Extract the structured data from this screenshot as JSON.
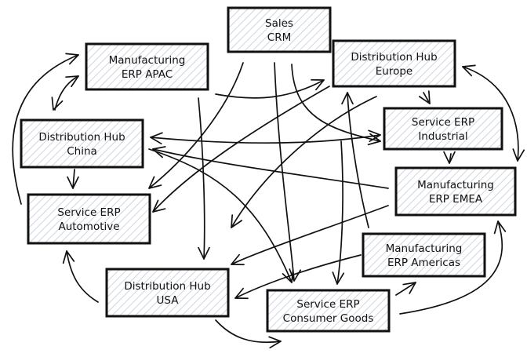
{
  "diagram": {
    "style": "hand-drawn",
    "colors": {
      "stroke": "#111111",
      "hatch": "#c4ccd8",
      "background": "#ffffff"
    },
    "nodes": [
      {
        "id": "sales_crm",
        "lines": [
          "Sales",
          "CRM"
        ]
      },
      {
        "id": "mfg_apac",
        "lines": [
          "Manufacturing",
          "ERP APAC"
        ]
      },
      {
        "id": "dist_europe",
        "lines": [
          "Distribution Hub",
          "Europe"
        ]
      },
      {
        "id": "svc_industrial",
        "lines": [
          "Service ERP",
          "Industrial"
        ]
      },
      {
        "id": "dist_china",
        "lines": [
          "Distribution Hub",
          "China"
        ]
      },
      {
        "id": "mfg_emea",
        "lines": [
          "Manufacturing",
          "ERP EMEA"
        ]
      },
      {
        "id": "svc_automotive",
        "lines": [
          "Service ERP",
          "Automotive"
        ]
      },
      {
        "id": "mfg_americas",
        "lines": [
          "Manufacturing",
          "ERP Americas"
        ]
      },
      {
        "id": "dist_usa",
        "lines": [
          "Distribution Hub",
          "USA"
        ]
      },
      {
        "id": "svc_consumer",
        "lines": [
          "Service ERP",
          "Consumer Goods"
        ]
      }
    ],
    "edges": [
      {
        "from": "sales_crm",
        "to": "svc_automotive"
      },
      {
        "from": "sales_crm",
        "to": "svc_consumer"
      },
      {
        "from": "sales_crm",
        "to": "svc_industrial"
      },
      {
        "from": "mfg_apac",
        "to": "dist_europe"
      },
      {
        "from": "mfg_apac",
        "to": "dist_usa"
      },
      {
        "from": "mfg_apac",
        "to": "dist_china",
        "bidirectional": true
      },
      {
        "from": "svc_automotive",
        "to": "mfg_apac"
      },
      {
        "from": "dist_china",
        "to": "svc_automotive"
      },
      {
        "from": "dist_china",
        "to": "svc_industrial",
        "bidirectional": true
      },
      {
        "from": "dist_china",
        "to": "svc_consumer"
      },
      {
        "from": "mfg_emea",
        "to": "dist_china"
      },
      {
        "from": "mfg_emea",
        "to": "dist_usa"
      },
      {
        "from": "dist_europe",
        "to": "svc_industrial"
      },
      {
        "from": "dist_europe",
        "to": "mfg_emea",
        "bidirectional": true
      },
      {
        "from": "svc_industrial",
        "to": "mfg_emea"
      },
      {
        "from": "dist_europe",
        "to": "svc_automotive"
      },
      {
        "from": "dist_europe",
        "to": "svc_consumer"
      },
      {
        "from": "mfg_americas",
        "to": "dist_europe"
      },
      {
        "from": "mfg_americas",
        "to": "dist_usa"
      },
      {
        "from": "dist_usa",
        "to": "svc_automotive"
      },
      {
        "from": "dist_usa",
        "to": "svc_consumer"
      },
      {
        "from": "dist_usa",
        "to": "svc_industrial"
      },
      {
        "from": "svc_consumer",
        "to": "mfg_americas"
      },
      {
        "from": "svc_consumer",
        "to": "mfg_emea"
      }
    ]
  }
}
